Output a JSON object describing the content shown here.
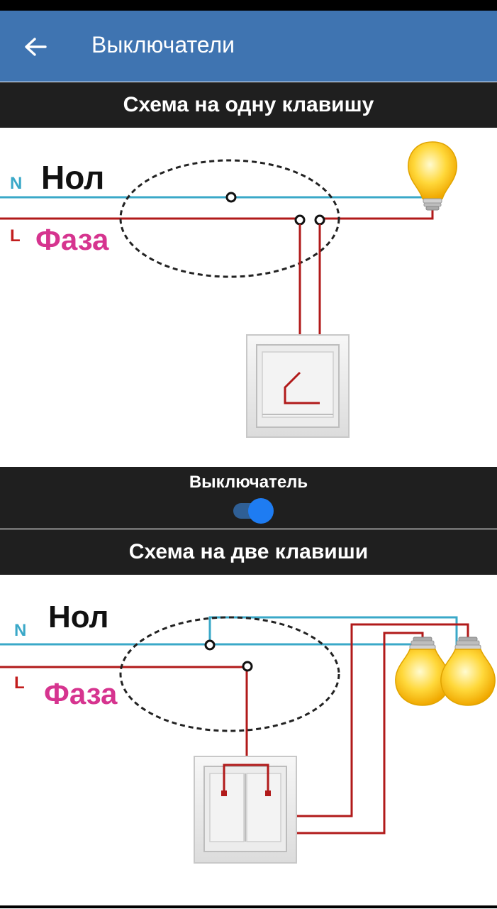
{
  "app_bar": {
    "title": "Выключатели",
    "back_icon": "arrow-left-icon"
  },
  "section1": {
    "title": "Схема на одну клавишу",
    "label_n": "N",
    "label_neutral": "Нол",
    "label_l": "L",
    "label_phase": "Фаза"
  },
  "switch_control": {
    "label": "Выключатель",
    "state": "on"
  },
  "section2": {
    "title": "Схема на две клавиши",
    "label_n": "N",
    "label_neutral": "Нол",
    "label_l": "L",
    "label_phase": "Фаза"
  },
  "colors": {
    "app_bar": "#3f74b1",
    "header_bg": "#1f1f1f",
    "neutral_wire": "#3aa8c8",
    "phase_wire": "#b11a1a",
    "phase_text": "#d6348f",
    "toggle_thumb": "#1e7cf2"
  }
}
